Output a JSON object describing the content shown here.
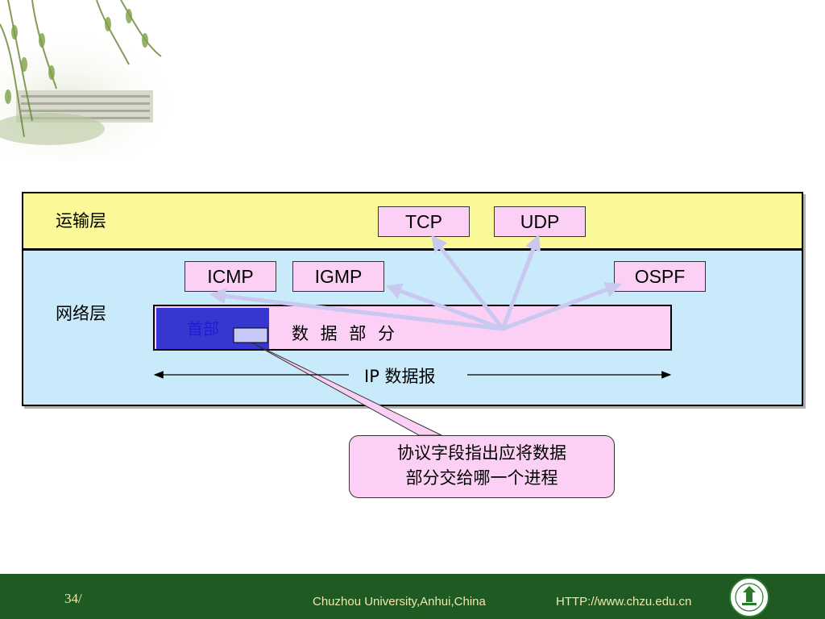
{
  "layers": {
    "transport": {
      "label": "运输层",
      "protocols": [
        "TCP",
        "UDP"
      ]
    },
    "network": {
      "label": "网络层",
      "protocols": [
        "ICMP",
        "IGMP",
        "OSPF"
      ]
    }
  },
  "datagram": {
    "header_label": "首部",
    "data_label": "数 据 部 分",
    "span_label": "IP 数据报"
  },
  "callout": {
    "line1": "协议字段指出应将数据",
    "line2": "部分交给哪一个进程"
  },
  "footer": {
    "page": "34/",
    "university": "Chuzhou University,Anhui,China",
    "url": "HTTP://www.chzu.edu.cn"
  },
  "colors": {
    "transport_bg": "#fbf89a",
    "network_bg": "#c9eafa",
    "protocol_box": "#fcd0f4",
    "header_block": "#3636d0",
    "arrow": "#c8c8f0",
    "footer_bg": "#1e5a22"
  },
  "icons": [
    "campus-willow-decoration",
    "university-logo-icon"
  ]
}
